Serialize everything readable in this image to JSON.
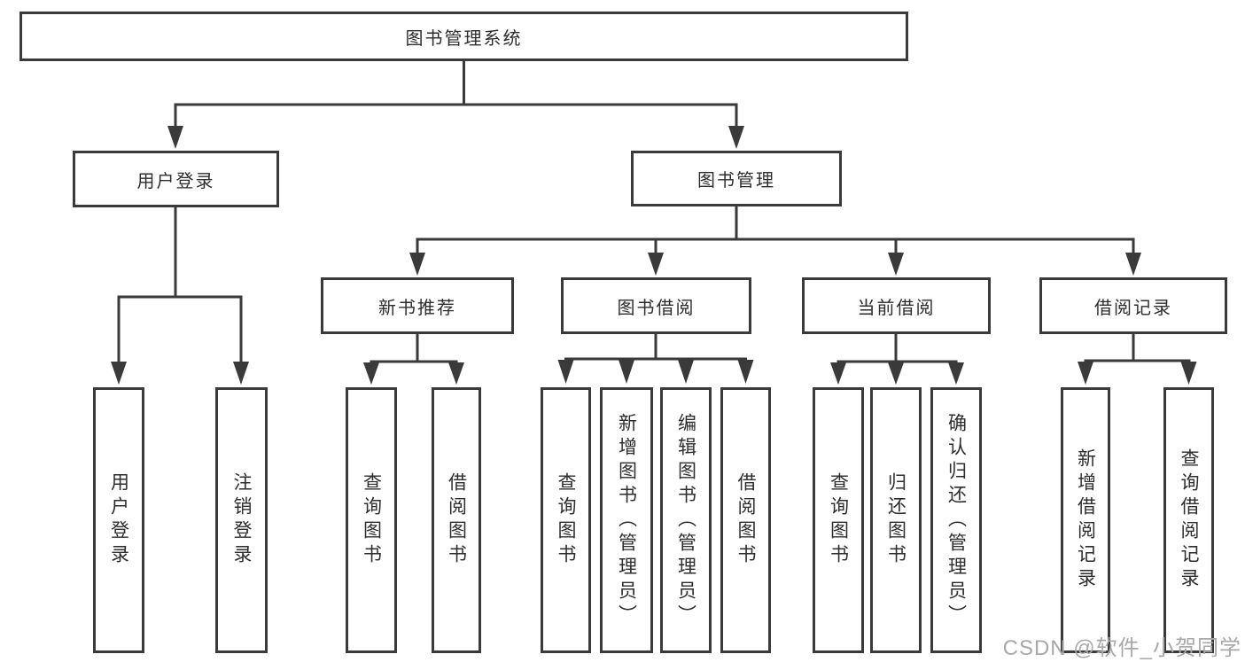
{
  "title": "图书管理系统",
  "level2": [
    "用户登录",
    "图书管理"
  ],
  "level3": [
    "新书推荐",
    "图书借阅",
    "当前借阅",
    "借阅记录"
  ],
  "leaves": [
    "用户登录",
    "注销登录",
    "查询图书",
    "借阅图书",
    "查询图书",
    "新增图书（管理员）",
    "编辑图书（管理员）",
    "借阅图书",
    "查询图书",
    "归还图书",
    "确认归还（管理员）",
    "新增借阅记录",
    "查询借阅记录"
  ],
  "watermark": "CSDN @软件_小贺同学",
  "colors": {
    "line": "#3a3a3a",
    "text": "#2d2d2d",
    "background": "#ffffff",
    "watermark": "#a8a8a8"
  }
}
